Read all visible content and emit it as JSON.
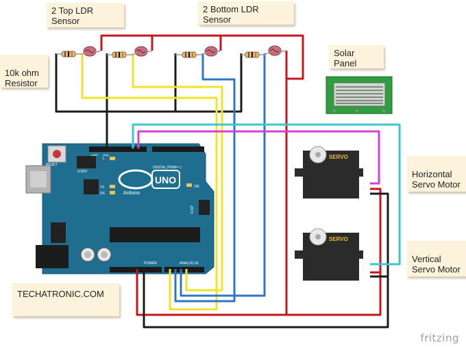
{
  "labels": {
    "top_ldr": "2 Top LDR Sensor",
    "bottom_ldr": "2 Bottom LDR Sensor",
    "resistor": "10k  ohm\nResistor",
    "solar_panel": "Solar Panel",
    "horizontal_servo": "Horizontal\nServo Motor",
    "vertical_servo": "Vertical\nServo Motor",
    "site": "TECHATRONIC.COM"
  },
  "board": {
    "reset": "RESET",
    "icsp2": "ICSP2",
    "logo_uno": "UNO",
    "logo_brand": "Arduino",
    "digital": "DIGITAL (PWM=~)",
    "on": "ON",
    "icsp": "ICSP",
    "power": "POWER",
    "analog": "ANALOG IN",
    "tx": "TX",
    "rx": "RX",
    "l": "L",
    "aref": "AREF",
    "gnd": "GND"
  },
  "servo": {
    "brand": "SERVO"
  },
  "watermark": "fritzing",
  "colors": {
    "red": "#c4161c",
    "black": "#1a1a1a",
    "yellow": "#f2e32a",
    "blue": "#2f74c6",
    "cyan": "#3cc6d0",
    "magenta": "#d43fd6",
    "board": "#1f6e8f",
    "note": "#fdf2dc",
    "servo_body": "#2b2b2b"
  }
}
